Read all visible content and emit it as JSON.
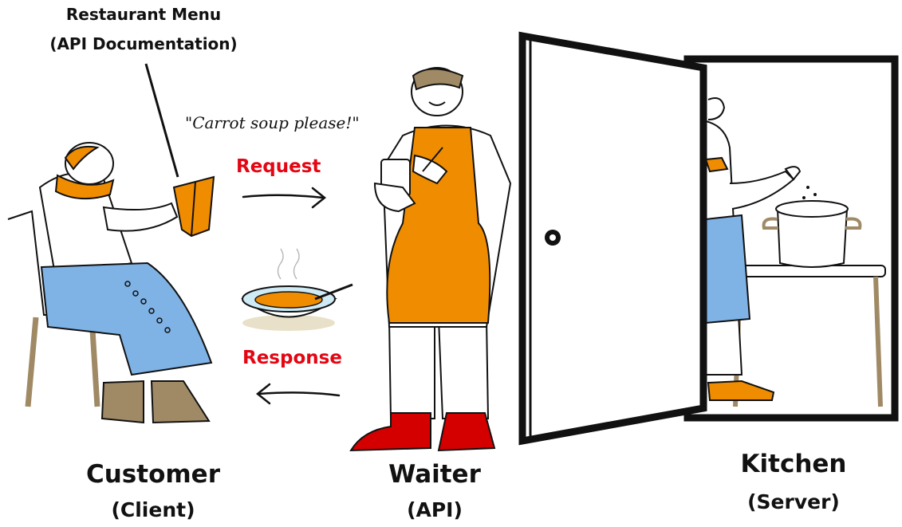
{
  "menu": {
    "title": "Restaurant Menu",
    "subtitle": "(API Documentation)"
  },
  "quote": "\"Carrot soup please!\"",
  "request_label": "Request",
  "response_label": "Response",
  "customer": {
    "title": "Customer",
    "subtitle": "(Client)"
  },
  "waiter": {
    "title": "Waiter",
    "subtitle": "(API)"
  },
  "kitchen": {
    "title": "Kitchen",
    "subtitle": "(Server)"
  },
  "colors": {
    "accent_orange": "#f08c00",
    "skirt_blue": "#7fb2e5",
    "label_red": "#e30613",
    "boots_brown": "#a08a66",
    "shoes_red": "#d40000",
    "outline": "#111111"
  }
}
